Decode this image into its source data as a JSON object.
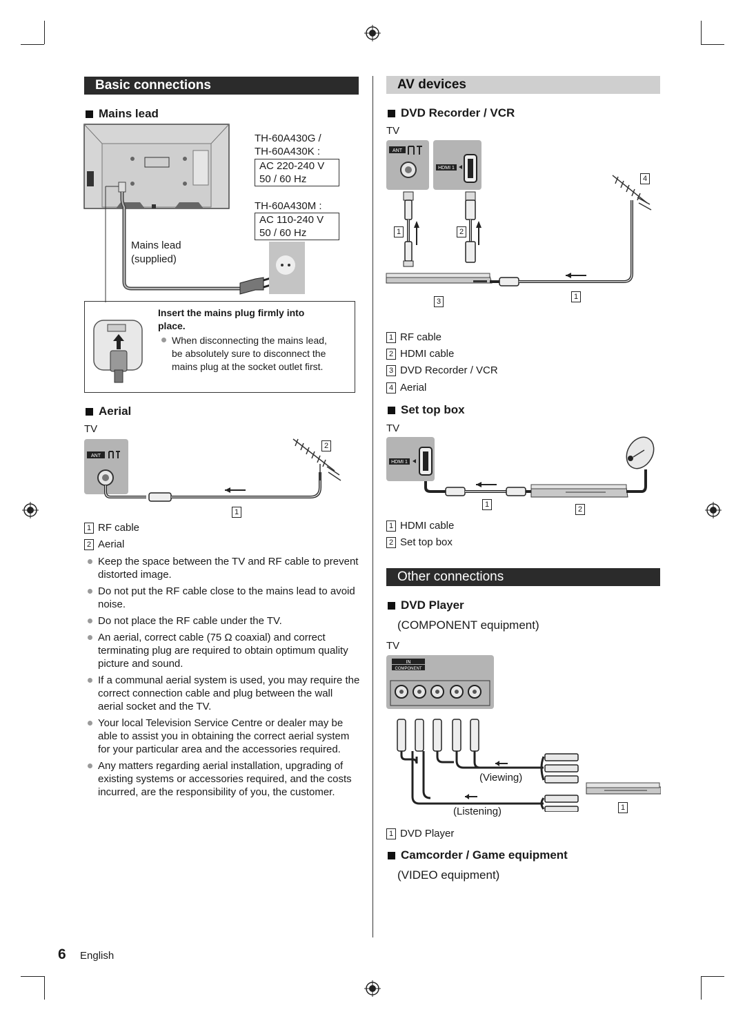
{
  "basic_connections": {
    "title": "Basic connections",
    "mains": {
      "heading": "Mains lead",
      "model_1": "TH-60A430G /",
      "model_2": "TH-60A430K :",
      "spec_1a": "AC 220-240 V",
      "spec_1b": "50 / 60 Hz",
      "model_3": "TH-60A430M :",
      "spec_2a": "AC 110-240 V",
      "spec_2b": "50 / 60 Hz",
      "lead_label_1": "Mains lead",
      "lead_label_2": "(supplied)",
      "note_title_1": "Insert the mains plug firmly into",
      "note_title_2": "place.",
      "note_text_1": "When disconnecting the mains lead,",
      "note_text_2": "be absolutely sure to disconnect the",
      "note_text_3": "mains plug at the socket outlet first."
    },
    "aerial": {
      "heading": "Aerial",
      "tv_label": "TV",
      "ant_label": "ANT",
      "legend": [
        {
          "num": "1",
          "label": "RF cable"
        },
        {
          "num": "2",
          "label": "Aerial"
        }
      ],
      "notes": [
        "Keep the space between the TV and RF cable to prevent distorted image.",
        "Do not put the RF cable close to the mains lead to avoid noise.",
        "Do not place the RF cable under the TV.",
        "An aerial, correct cable (75 Ω coaxial) and correct terminating plug are required to obtain optimum quality picture and sound.",
        "If a communal aerial system is used, you may require the correct connection cable and plug between the wall aerial socket and the TV.",
        "Your local Television Service Centre or dealer may be able to assist you in obtaining the correct aerial system for your particular area and the accessories required.",
        "Any matters regarding aerial installation, upgrading of existing systems or accessories required, and the costs incurred, are the responsibility of you, the customer."
      ]
    }
  },
  "av_devices": {
    "title": "AV devices",
    "dvd_recorder": {
      "heading": "DVD Recorder / VCR",
      "tv_label": "TV",
      "ant_label": "ANT",
      "hdmi_label": "HDMI 1",
      "legend": [
        {
          "num": "1",
          "label": "RF cable"
        },
        {
          "num": "2",
          "label": "HDMI cable"
        },
        {
          "num": "3",
          "label": "DVD Recorder / VCR"
        },
        {
          "num": "4",
          "label": "Aerial"
        }
      ]
    },
    "set_top_box": {
      "heading": "Set top box",
      "tv_label": "TV",
      "hdmi_label": "HDMI 1",
      "legend": [
        {
          "num": "1",
          "label": "HDMI cable"
        },
        {
          "num": "2",
          "label": "Set top box"
        }
      ]
    }
  },
  "other_connections": {
    "title": "Other connections",
    "dvd_player": {
      "heading": "DVD Player",
      "subheading": "(COMPONENT equipment)",
      "tv_label": "TV",
      "panel_in": "IN",
      "panel_component": "COMPONENT",
      "viewing": "(Viewing)",
      "listening": "(Listening)",
      "legend": [
        {
          "num": "1",
          "label": "DVD Player"
        }
      ]
    },
    "camcorder": {
      "heading": "Camcorder / Game equipment",
      "subheading": "(VIDEO equipment)"
    }
  },
  "footer": {
    "page_number": "6",
    "language": "English"
  },
  "colors": {
    "dark_bar": "#2b2b2b",
    "light_bar": "#cfcfcf",
    "panel_gray": "#b4b4b4"
  }
}
